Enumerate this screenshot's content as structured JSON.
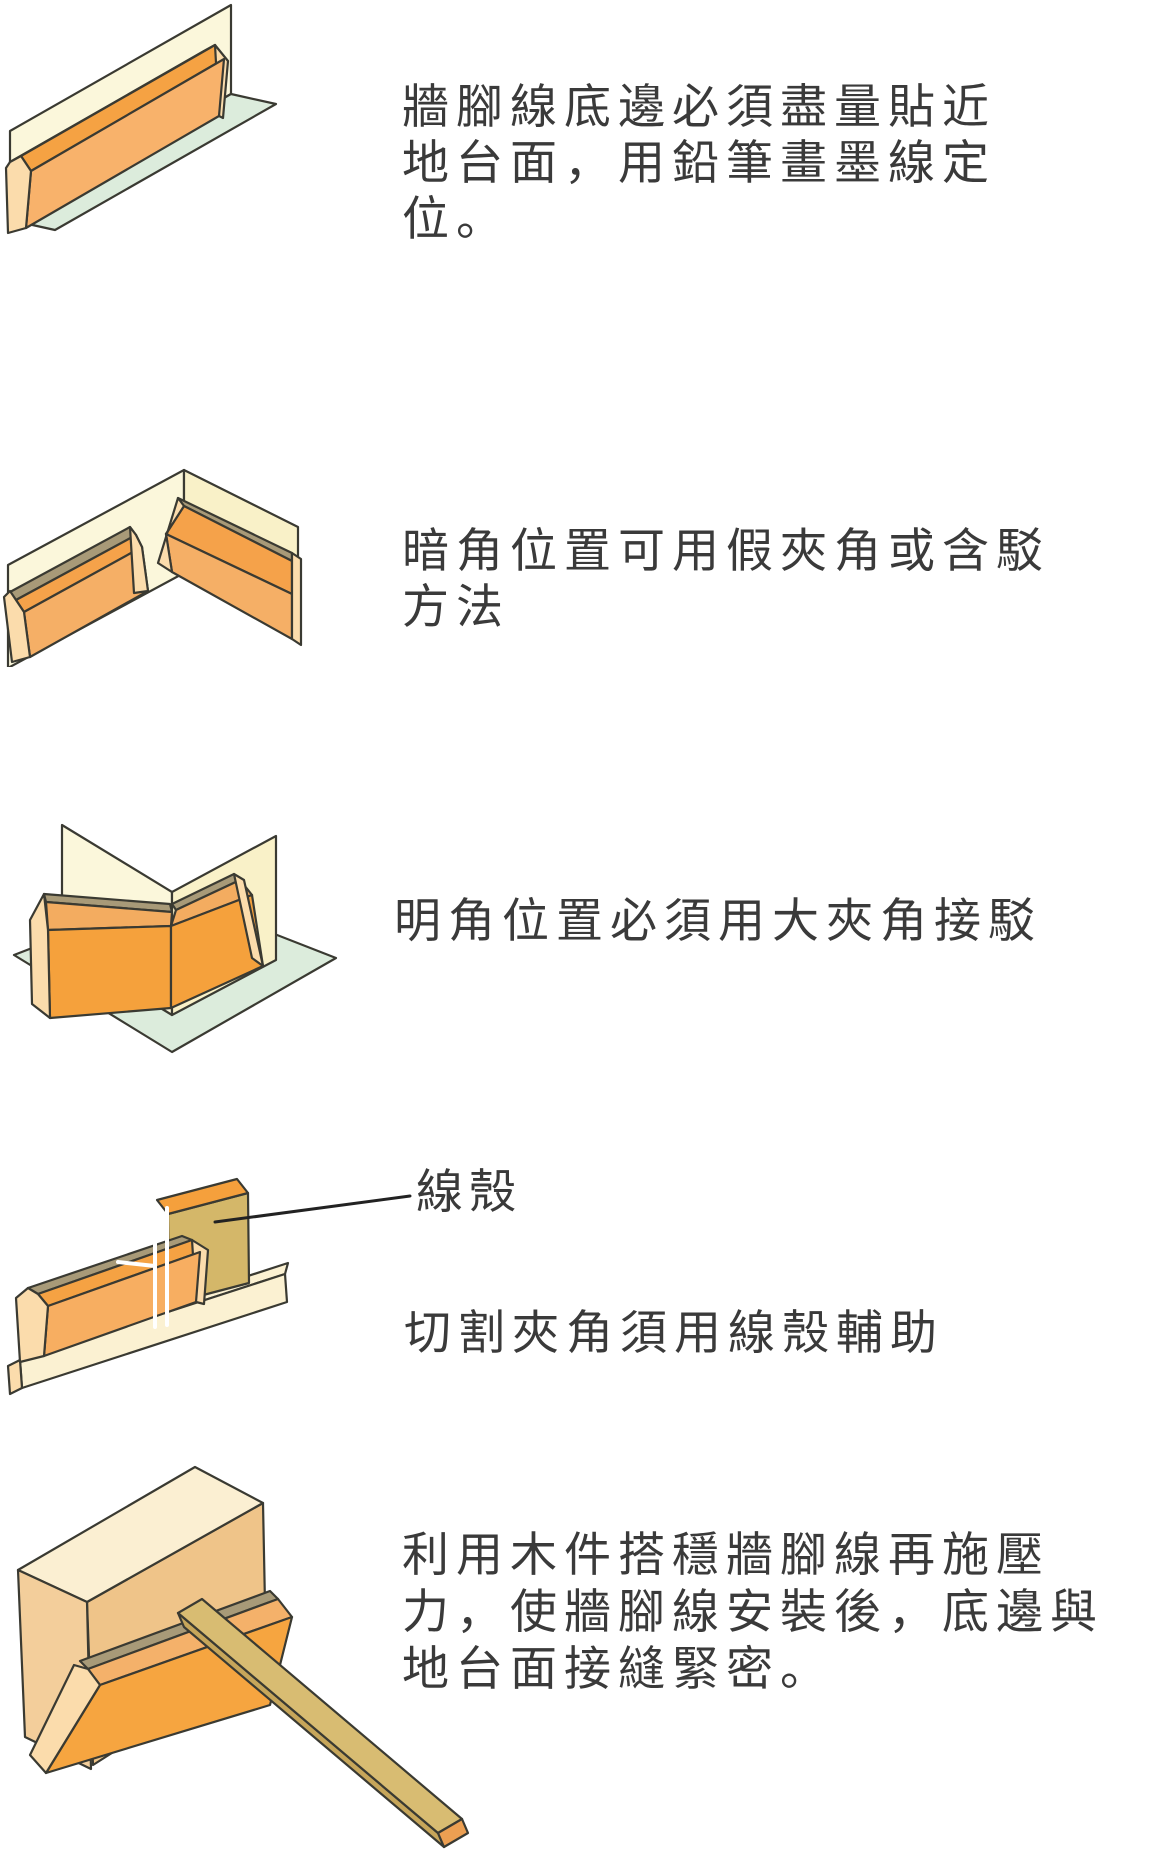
{
  "page": {
    "background": "#ffffff",
    "text_color": "#3a3a3a"
  },
  "steps": [
    {
      "id": "step-1",
      "illustration": "skirting-board-against-wall-on-floor",
      "caption_lines": [
        "牆腳線底邊必須盡量貼近",
        "地台面，用鉛筆畫墨線定",
        "位。"
      ]
    },
    {
      "id": "step-2",
      "illustration": "inner-corner-two-skirting-boards-with-gap",
      "caption_lines": [
        "暗角位置可用假夾角或含駁",
        "方法"
      ]
    },
    {
      "id": "step-3",
      "illustration": "outer-corner-skirting-wrapped-on-floor",
      "caption_lines": [
        "明角位置必須用大夾角接駁"
      ]
    },
    {
      "id": "step-4",
      "illustration": "mitre-box-cutting-skirting",
      "pointer_label": "線殼",
      "caption_lines": [
        "切割夾角須用線殼輔助"
      ]
    },
    {
      "id": "step-5",
      "illustration": "wood-stick-pressing-skirting-against-wall",
      "caption_lines": [
        "利用木件搭穩牆腳線再施壓",
        "力，使牆腳線安裝後，底邊與",
        "地台面接縫緊密。"
      ]
    }
  ],
  "palette": {
    "outline": "#3a3a32",
    "wall_cream": "#FBF7DB",
    "wall_cream_warm": "#F9F1C8",
    "floor_mint": "#DCECDC",
    "top_strip_brown": "#A89A78",
    "skirting_bevel_orange": "#F5A243",
    "skirting_front_orange": "#F8B26B",
    "end_cap_pale": "#FBDCAC",
    "mitre_box_tan": "#D4B769",
    "base_cream": "#FBF1D2",
    "wall_block_tan": "#F3CE9B",
    "stick_khaki": "#D8BC72",
    "stick_side_khaki": "#C7A65A",
    "stick_end_orange": "#EC9F52",
    "kerf_white": "#ffffff"
  }
}
